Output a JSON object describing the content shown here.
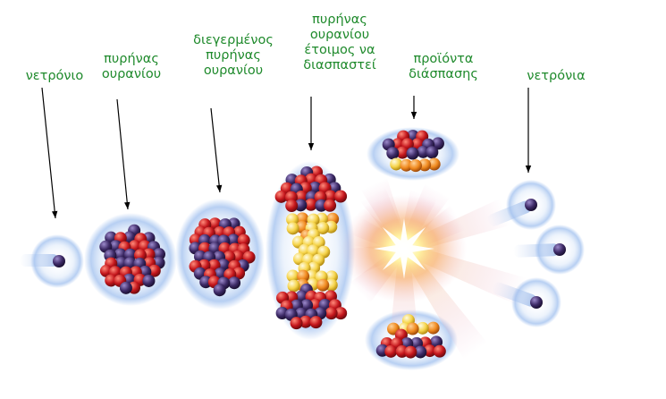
{
  "labels": {
    "neutron": [
      "νετρόνιο"
    ],
    "uranium_nucleus": [
      "πυρήνας",
      "ουρανίου"
    ],
    "excited_nucleus": [
      "διεγερμένος",
      "πυρήνας",
      "ουρανίου"
    ],
    "ready_to_split": [
      "πυρήνας",
      "ουρανίου",
      "έτοιμος να",
      "διασπαστεί"
    ],
    "fission_products": [
      "προϊόντα",
      "διάσπασης"
    ],
    "neutrons": [
      "νετρόνια"
    ]
  },
  "colors": {
    "label_text": "#1f8a2c",
    "neutron": "#3d2a66",
    "proton_red": "#c4161c",
    "proton_orange": "#f08a1f",
    "proton_yellow": "#f6d44a",
    "glow": "#a9c8f2",
    "flash": "#fff1a8"
  }
}
